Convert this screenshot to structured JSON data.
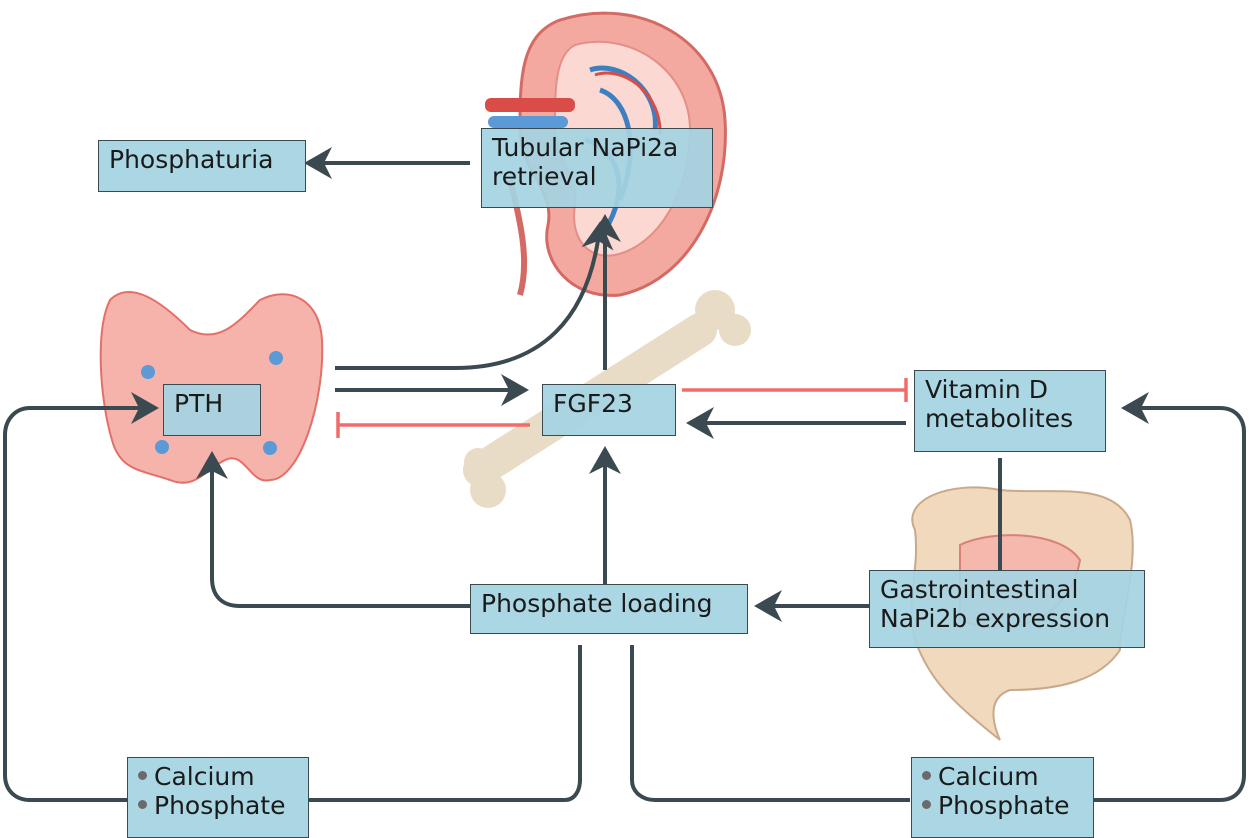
{
  "nodes": {
    "phosphaturia": "Phosphaturia",
    "tubular_line1": "Tubular NaPi2a",
    "tubular_line2": "retrieval",
    "pth": "PTH",
    "fgf23": "FGF23",
    "vitd_line1": "Vitamin D",
    "vitd_line2": "metabolites",
    "phosphate_loading": "Phosphate loading",
    "gi_line1": "Gastrointestinal",
    "gi_line2": "NaPi2b expression",
    "left_minerals": [
      "Calcium",
      "Phosphate"
    ],
    "right_minerals": [
      "Calcium",
      "Phosphate"
    ]
  },
  "colors": {
    "box_fill": "#a4d4e2",
    "arrow": "#3b4a50",
    "inhibit": "#f26b6b",
    "gland": "#f6b3ab",
    "kidney": "#f4a9a0",
    "bone": "#e8dcc6",
    "gut": "#f0d9bd"
  }
}
